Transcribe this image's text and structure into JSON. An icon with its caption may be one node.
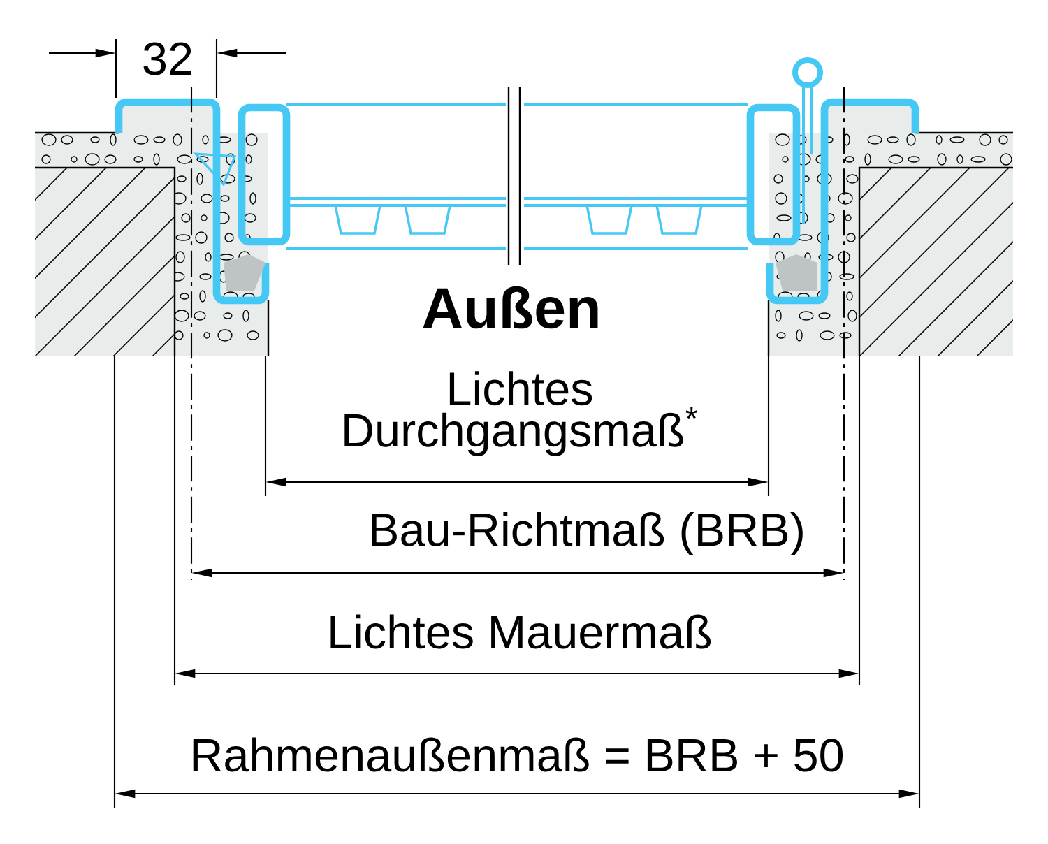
{
  "diagram": {
    "labels": [
      "32",
      "Außen",
      "Lichtes Durchgangsmaß$^{*}$",
      "Bau-Richtmaß (BRB)",
      "Lichtes Mauermaß",
      "Rahmenaußenmaß = BRB + 50"
    ]
  }
}
